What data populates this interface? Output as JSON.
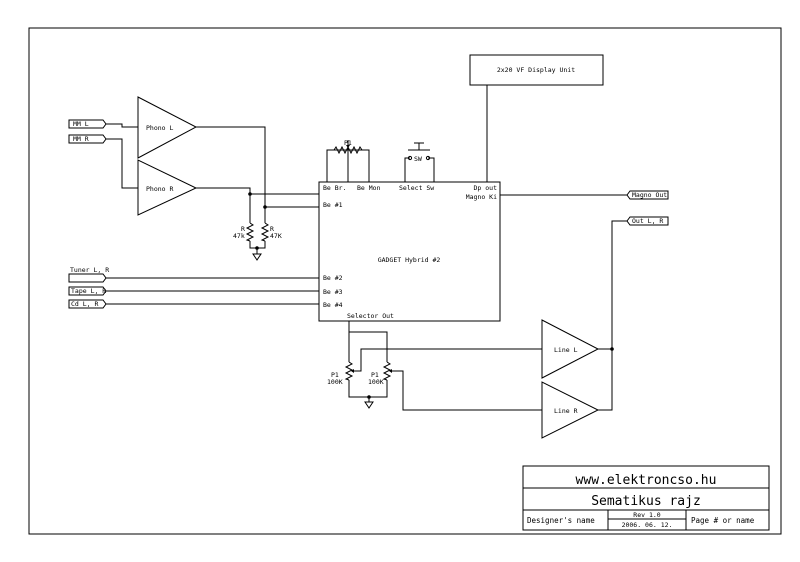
{
  "display_unit": "2x20 VF Display Unit",
  "ports": {
    "mm_l": "MM L",
    "mm_r": "MM R",
    "tuner": "Tuner L, R",
    "tape": "Tape L, R",
    "cd": "Cd L, R",
    "magno_out": "Magno Out",
    "out_lr": "Out L, R"
  },
  "amps": {
    "phono_l": "Phono L",
    "phono_r": "Phono R",
    "line_l": "Line L",
    "line_r": "Line R"
  },
  "chip": {
    "title": "GADGET Hybrid #2",
    "pins": {
      "be_br": "Be Br.",
      "be_mon": "Be Mon",
      "select_sw": "Select Sw",
      "dp_out": "Dp out",
      "magno_ki": "Magno Ki",
      "be1": "Be #1",
      "be2": "Be #2",
      "be3": "Be #3",
      "be4": "Be #4",
      "selector_out": "Selector Out"
    }
  },
  "components": {
    "p1_top": "P1",
    "sw": "SW",
    "r_left": "R",
    "r_left_val": "47k",
    "r_right": "R",
    "r_right_val": "47K",
    "pot1": "P1",
    "pot1_val": "100K",
    "pot2": "P1",
    "pot2_val": "100K"
  },
  "title_block": {
    "website": "www.elektroncso.hu",
    "title": "Sematikus rajz",
    "designer": "Designer's name",
    "rev": "Rev 1.0",
    "date": "2006. 06. 12.",
    "page": "Page # or name"
  }
}
